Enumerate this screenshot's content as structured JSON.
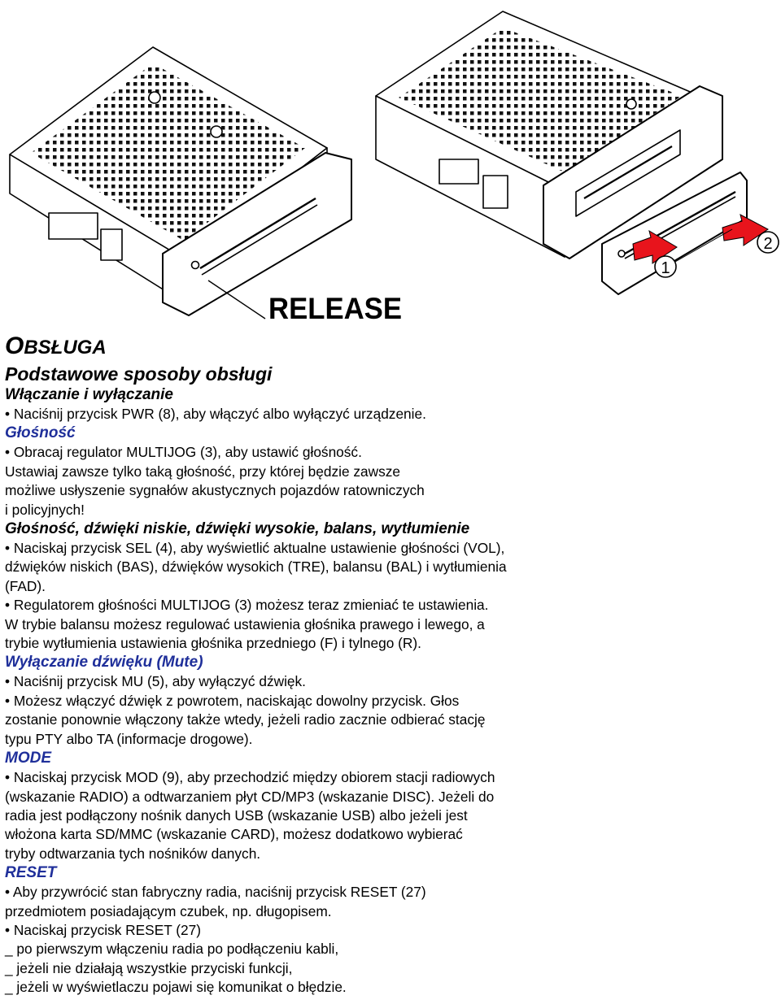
{
  "figure": {
    "release_label": "RELEASE",
    "callout_1": "1",
    "callout_2": "2",
    "colors": {
      "arrow": "#e8141c",
      "line": "#000000"
    }
  },
  "section_title": {
    "first_letter": "O",
    "rest": "BSŁUGA"
  },
  "subtitle": "Podstawowe sposoby obsługi",
  "power": {
    "heading": "Włączanie i wyłączanie",
    "line1": "• Naciśnij przycisk PWR (8), aby włączyć albo wyłączyć urządzenie."
  },
  "volume": {
    "heading": "Głośność",
    "line1": "• Obracaj regulator MULTIJOG (3), aby ustawić głośność.",
    "line2": "Ustawiaj zawsze tylko taką głośność, przy której będzie zawsze",
    "line3": "możliwe usłyszenie sygnałów akustycznych pojazdów ratowniczych",
    "line4": "i policyjnych!"
  },
  "sound": {
    "heading": "Głośność, dźwięki niskie, dźwięki wysokie, balans, wytłumienie",
    "line1": "• Naciskaj przycisk SEL (4), aby wyświetlić aktualne ustawienie głośności (VOL),",
    "line2": "dźwięków niskich (BAS), dźwięków wysokich (TRE), balansu (BAL) i wytłumienia",
    "line3": "(FAD).",
    "line4": "• Regulatorem głośności MULTIJOG (3) możesz teraz zmieniać te ustawienia.",
    "line5": "W trybie balansu możesz regulować ustawienia głośnika prawego i lewego, a",
    "line6": "trybie wytłumienia ustawienia głośnika przedniego (F) i tylnego (R)."
  },
  "mute": {
    "heading": "Wyłączanie dźwięku (Mute)",
    "line1": "• Naciśnij przycisk MU (5), aby wyłączyć dźwięk.",
    "line2": "• Możesz włączyć dźwięk z powrotem, naciskając dowolny przycisk. Głos",
    "line3": "zostanie ponownie włączony także wtedy, jeżeli radio zacznie odbierać stację",
    "line4": "typu PTY albo TA (informacje drogowe)."
  },
  "mode": {
    "heading": "MODE",
    "line1": "• Naciskaj przycisk MOD (9), aby przechodzić między obiorem stacji radiowych",
    "line2": "(wskazanie RADIO) a odtwarzaniem płyt CD/MP3 (wskazanie DISC). Jeżeli do",
    "line3": "radia jest podłączony nośnik danych USB (wskazanie USB) albo jeżeli jest",
    "line4": "włożona karta SD/MMC (wskazanie CARD), możesz dodatkowo wybierać",
    "line5": "tryby odtwarzania tych nośników danych."
  },
  "reset": {
    "heading": "RESET",
    "line1": "• Aby przywrócić stan fabryczny radia, naciśnij przycisk RESET (27)",
    "line2": "przedmiotem posiadającym czubek, np. długopisem.",
    "line3": "• Naciskaj przycisk RESET (27)",
    "line4": "_ po pierwszym włączeniu radia po podłączeniu kabli,",
    "line5": "_ jeżeli nie działają wszystkie przyciski funkcji,",
    "line6": "_ jeżeli w wyświetlaczu pojawi się komunikat o błędzie."
  }
}
